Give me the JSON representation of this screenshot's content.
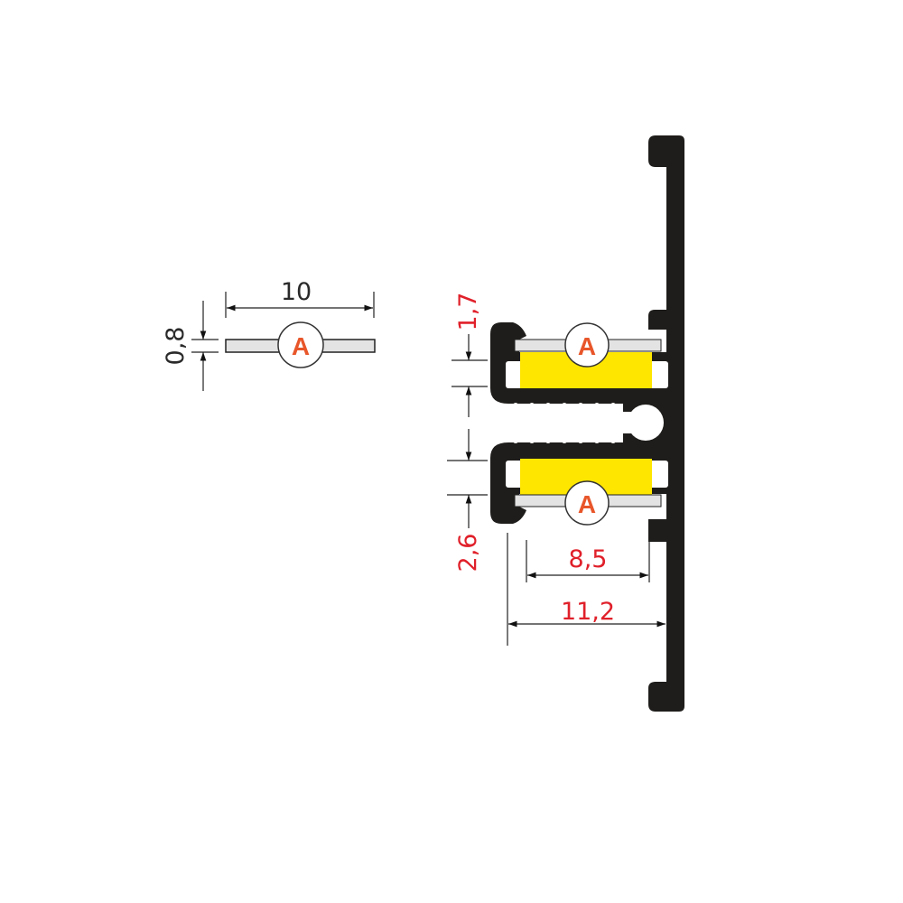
{
  "colors": {
    "profile": "#1f1d1b",
    "led": "#ffe600",
    "diffuser": "#e3e3e3",
    "dimension_red": "#e0202a",
    "dimension_dark": "#2a2a2a",
    "badge_text": "#e8562a"
  },
  "diffuser_detail": {
    "width_label": "10",
    "thickness_label": "0,8",
    "badge": "A"
  },
  "profile": {
    "upper_badge": "A",
    "lower_badge": "A",
    "dim_top": "1,7",
    "dim_bottom": "2,6",
    "dim_inner_width": "8,5",
    "dim_outer_width": "11,2"
  }
}
